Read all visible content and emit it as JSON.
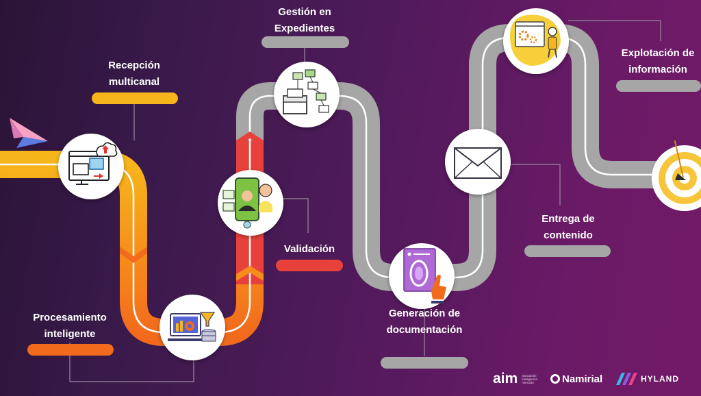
{
  "steps": [
    {
      "id": "recepcion",
      "label_line1": "Recepción",
      "label_line2": "multicanal",
      "icon": "cloud-upload-computer-icon"
    },
    {
      "id": "procesamiento",
      "label_line1": "Procesamiento",
      "label_line2": "inteligente",
      "icon": "data-processing-funnel-icon"
    },
    {
      "id": "validacion",
      "label_line1": "Validación",
      "label_line2": "",
      "icon": "identity-verification-icon"
    },
    {
      "id": "gestion",
      "label_line1": "Gestión en",
      "label_line2": "Expedientes",
      "icon": "file-cabinet-icon"
    },
    {
      "id": "generacion",
      "label_line1": "Generación de",
      "label_line2": "documentación",
      "icon": "document-touch-icon"
    },
    {
      "id": "entrega",
      "label_line1": "Entrega de",
      "label_line2": "contenido",
      "icon": "envelope-icon"
    },
    {
      "id": "explotacion",
      "label_line1": "Explotación de",
      "label_line2": "información",
      "icon": "robot-gears-icon"
    }
  ],
  "target_icon": "target-arrow-icon",
  "paper_plane_icon": "paper-plane-icon",
  "logos": {
    "aim": "aim",
    "aim_tagline": "asociación inteligencia mercado",
    "namirial": "Namirial",
    "hyland": "HYLAND"
  },
  "colors": {
    "yellow": "#f7b51c",
    "orange": "#f26b1d",
    "red": "#e8403a",
    "gray": "#a6a6a6"
  }
}
